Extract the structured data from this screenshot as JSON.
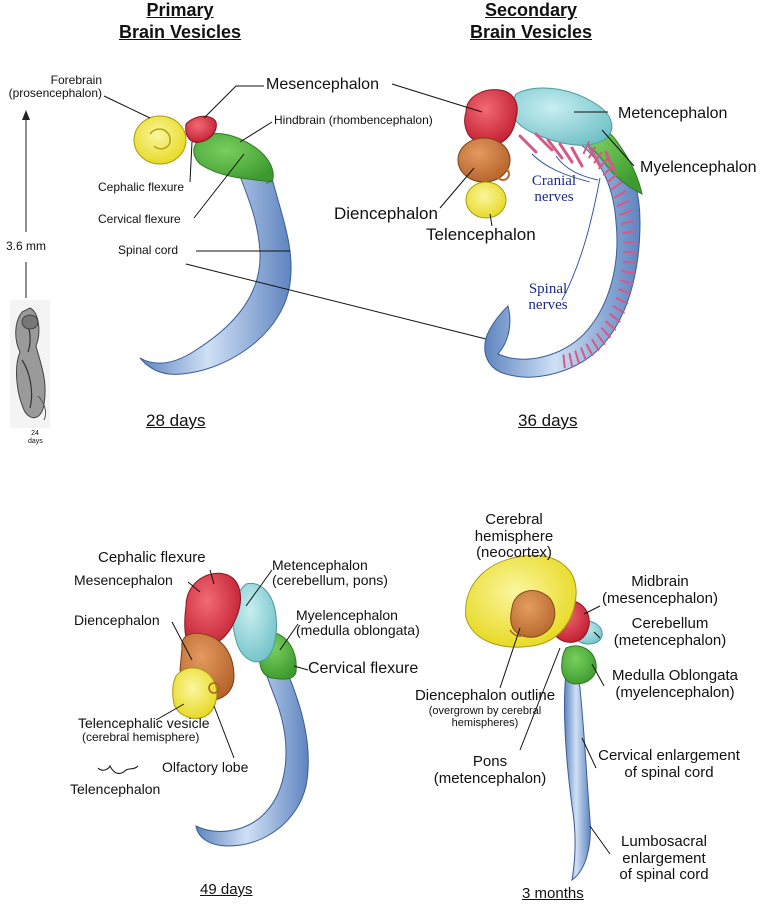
{
  "headers": {
    "primary_line1": "Primary",
    "primary_line2": "Brain Vesicles",
    "secondary_line1": "Secondary",
    "secondary_line2": "Brain Vesicles"
  },
  "ages": {
    "d28": "28 days",
    "d36": "36 days",
    "d49": "49 days",
    "m3": "3 months"
  },
  "scale": {
    "length": "3.6 mm",
    "thumb_caption_num": "24",
    "thumb_caption_unit": "days"
  },
  "panel28": {
    "forebrain": "Forebrain",
    "prosencephalon": "(prosencephalon)",
    "mesencephalon": "Mesencephalon",
    "hindbrain": "Hindbrain (rhombencephalon)",
    "cephalic_flexure": "Cephalic flexure",
    "cervical_flexure": "Cervical flexure",
    "spinal_cord": "Spinal cord"
  },
  "panel36": {
    "metencephalon": "Metencephalon",
    "myelencephalon": "Myelencephalon",
    "diencephalon": "Diencephalon",
    "telencephalon": "Telencephalon",
    "cranial_1": "Cranial",
    "cranial_2": "nerves",
    "spinal_1": "Spinal",
    "spinal_2": "nerves"
  },
  "panel49": {
    "cephalic_flexure": "Cephalic flexure",
    "mesencephalon": "Mesencephalon",
    "diencephalon": "Diencephalon",
    "metencephalon": "Metencephalon",
    "metencephalon_sub": "(cerebellum, pons)",
    "myelencephalon": "Myelencephalon",
    "myelencephalon_sub": "(medulla oblongata)",
    "cervical_flexure": "Cervical flexure",
    "telencephalic_vesicle": "Telencephalic vesicle",
    "cerebral_hemisphere": "(cerebral hemisphere)",
    "olfactory_lobe": "Olfactory lobe",
    "telencephalon": "Telencephalon"
  },
  "panel3m": {
    "cerebral_1": "Cerebral",
    "cerebral_2": "hemisphere",
    "cerebral_3": "(neocortex)",
    "midbrain": "Midbrain",
    "midbrain_sub": "(mesencephalon)",
    "cerebellum": "Cerebellum",
    "cerebellum_sub": "(metencephalon)",
    "medulla": "Medulla Oblongata",
    "medulla_sub": "(myelencephalon)",
    "dien_outline": "Diencephalon outline",
    "overgrown_1": "(overgrown by cerebral",
    "overgrown_2": "hemispheres)",
    "pons": "Pons",
    "pons_sub": "(metencephalon)",
    "cervical_1": "Cervical enlargement",
    "cervical_2": "of spinal cord",
    "lumbo_1": "Lumbosacral",
    "lumbo_2": "enlargement",
    "lumbo_3": "of spinal cord"
  },
  "colors": {
    "telencephalon": "#f2ec2e",
    "diencephalon": "#c8763a",
    "mesencephalon": "#d8283c",
    "metencephalon": "#7fcdd0",
    "myelencephalon": "#4aa83a",
    "spinal_cord": "#8fb3de",
    "nerves": "#d35a86",
    "label_blue": "#1c2a88"
  }
}
